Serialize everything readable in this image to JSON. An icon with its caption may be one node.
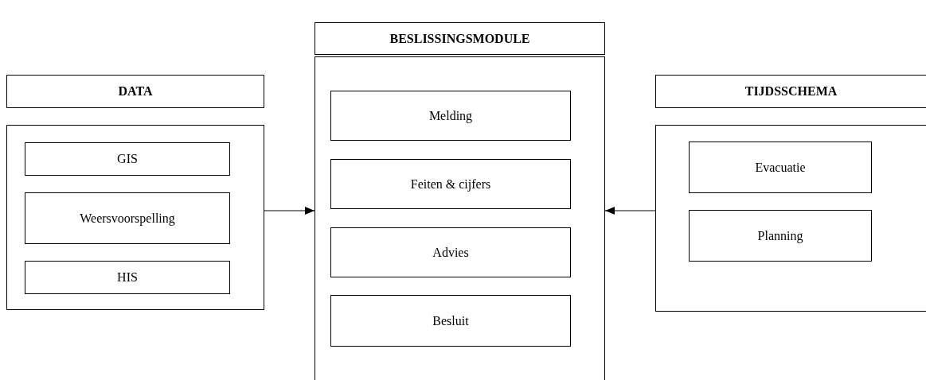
{
  "diagram": {
    "nodes": [
      {
        "text": [
          "DATA"
        ]
      },
      {
        "text": [],
        "shape": "box"
      },
      {
        "text": [
          "GIS"
        ],
        "in": 1
      },
      {
        "text": [
          "Weersvoorspelling"
        ],
        "in": 1
      },
      {
        "text": [
          "HIS"
        ],
        "in": 1
      },
      {
        "text": [
          "BESLISSINGSMODULE"
        ]
      },
      {
        "text": [],
        "shape": "box"
      },
      {
        "text": [
          "Melding"
        ],
        "in": 6
      },
      {
        "text": [
          "Feiten & cijfers"
        ],
        "in": 6
      },
      {
        "text": [
          "Advies"
        ],
        "in": 6
      },
      {
        "text": [
          "Besluit"
        ],
        "in": 6
      },
      {
        "text": [
          "TIJDSSCHEMA"
        ]
      },
      {
        "text": [],
        "shape": "box"
      },
      {
        "text": [
          "Evacuatie"
        ],
        "in": 12
      },
      {
        "text": [
          "Planning"
        ],
        "in": 12
      }
    ],
    "edges": [
      {
        "from": 1,
        "to": 6,
        "arrow": "to"
      },
      {
        "from": 12,
        "to": 6,
        "arrow": "to"
      }
    ]
  }
}
